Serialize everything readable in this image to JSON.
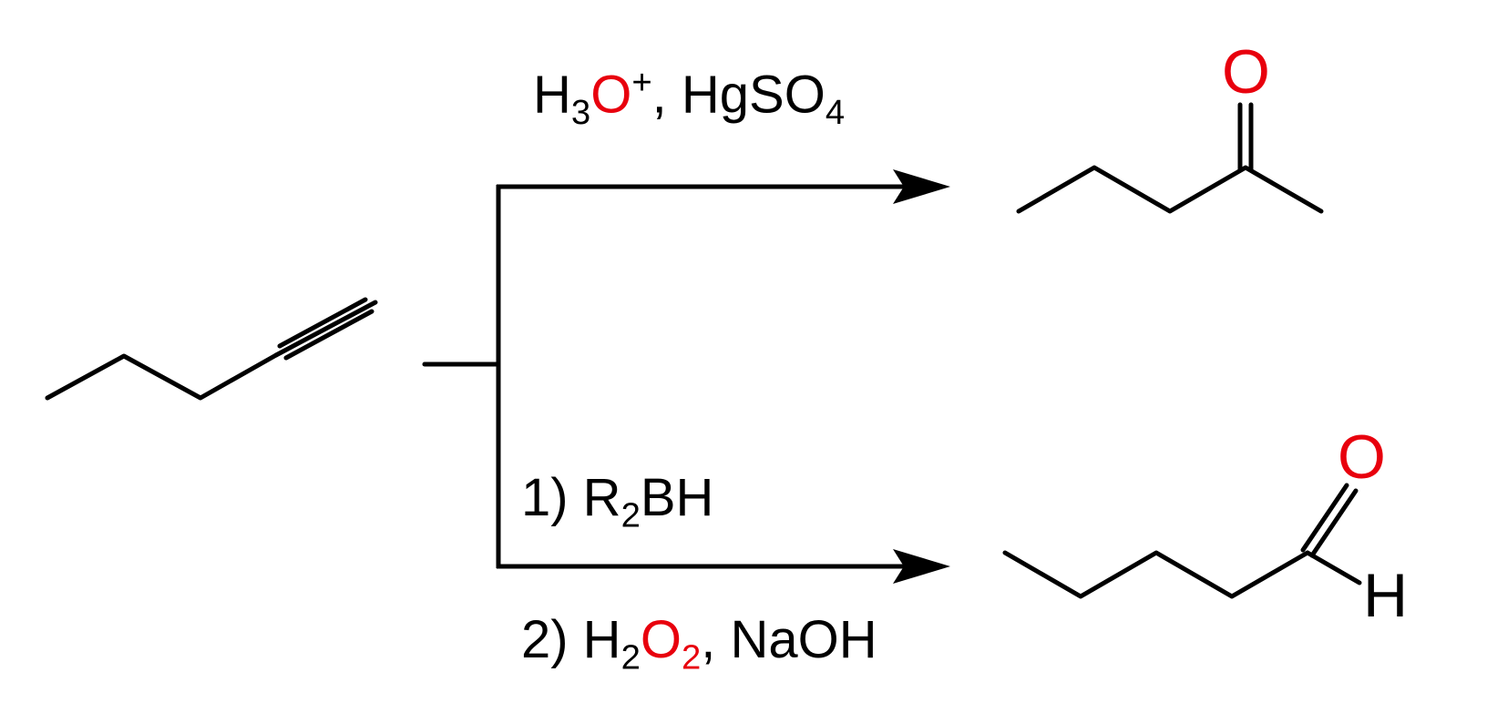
{
  "colors": {
    "background": "#ffffff",
    "bond": "#000000",
    "heteroatom_red": "#e8000d"
  },
  "top_path": {
    "reagents": {
      "h": "H",
      "h_sub": "3",
      "o": "O",
      "o_sup": "+",
      "rest": ", HgSO",
      "rest_sub": "4"
    },
    "product": {
      "oxygen": "O"
    }
  },
  "bottom_path": {
    "step1": {
      "prefix": "1) R",
      "sub": "2",
      "suffix": "BH"
    },
    "step2": {
      "prefix": "2) H",
      "sub": "2",
      "o": "O",
      "o_sub": "2",
      "suffix": ", NaOH"
    },
    "product": {
      "oxygen": "O",
      "hydrogen": "H"
    }
  }
}
